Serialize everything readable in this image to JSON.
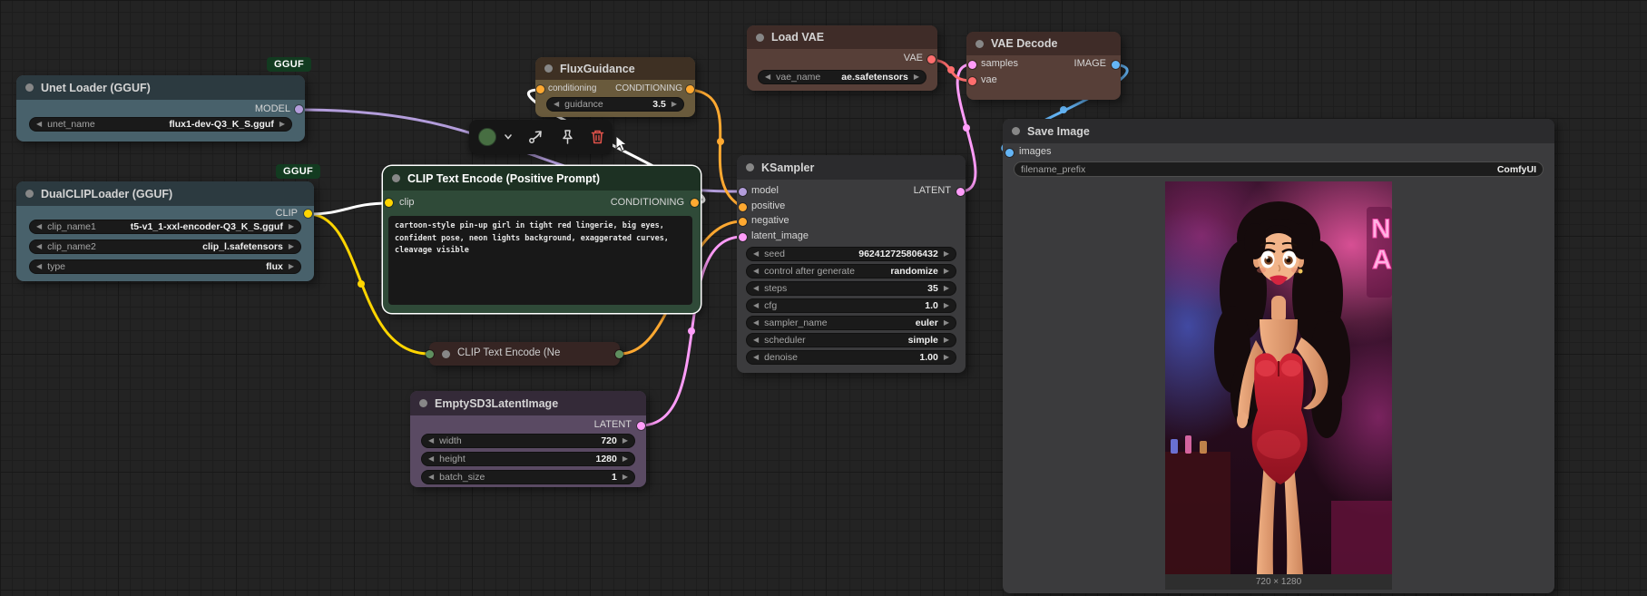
{
  "nodes": {
    "unet_loader": {
      "title": "Unet Loader (GGUF)",
      "badge": "GGUF",
      "outputs": [
        {
          "name": "MODEL"
        }
      ],
      "widgets": [
        {
          "name": "unet_name",
          "value": "flux1-dev-Q3_K_S.gguf"
        }
      ]
    },
    "dual_clip_loader": {
      "title": "DualCLIPLoader (GGUF)",
      "badge": "GGUF",
      "outputs": [
        {
          "name": "CLIP"
        }
      ],
      "widgets": [
        {
          "name": "clip_name1",
          "value": "t5-v1_1-xxl-encoder-Q3_K_S.gguf"
        },
        {
          "name": "clip_name2",
          "value": "clip_l.safetensors"
        },
        {
          "name": "type",
          "value": "flux"
        }
      ]
    },
    "flux_guidance": {
      "title": "FluxGuidance",
      "inputs": [
        {
          "name": "conditioning"
        }
      ],
      "outputs": [
        {
          "name": "CONDITIONING"
        }
      ],
      "widgets": [
        {
          "name": "guidance",
          "value": "3.5"
        }
      ]
    },
    "clip_text_encode_positive": {
      "title": "CLIP Text Encode (Positive Prompt)",
      "inputs": [
        {
          "name": "clip"
        }
      ],
      "outputs": [
        {
          "name": "CONDITIONING"
        }
      ],
      "prompt": "cartoon-style pin-up girl in tight red lingerie, big eyes, confident pose, neon lights background, exaggerated curves, cleavage visible"
    },
    "clip_text_encode_negative": {
      "title": "CLIP Text Encode (Ne"
    },
    "load_vae": {
      "title": "Load VAE",
      "outputs": [
        {
          "name": "VAE"
        }
      ],
      "widgets": [
        {
          "name": "vae_name",
          "value": "ae.safetensors"
        }
      ]
    },
    "vae_decode": {
      "title": "VAE Decode",
      "inputs": [
        {
          "name": "samples"
        },
        {
          "name": "vae"
        }
      ],
      "outputs": [
        {
          "name": "IMAGE"
        }
      ]
    },
    "ksampler": {
      "title": "KSampler",
      "inputs": [
        {
          "name": "model"
        },
        {
          "name": "positive"
        },
        {
          "name": "negative"
        },
        {
          "name": "latent_image"
        }
      ],
      "outputs": [
        {
          "name": "LATENT"
        }
      ],
      "widgets": [
        {
          "name": "seed",
          "value": "962412725806432"
        },
        {
          "name": "control after generate",
          "value": "randomize"
        },
        {
          "name": "steps",
          "value": "35"
        },
        {
          "name": "cfg",
          "value": "1.0"
        },
        {
          "name": "sampler_name",
          "value": "euler"
        },
        {
          "name": "scheduler",
          "value": "simple"
        },
        {
          "name": "denoise",
          "value": "1.00"
        }
      ]
    },
    "empty_sd3_latent": {
      "title": "EmptySD3LatentImage",
      "outputs": [
        {
          "name": "LATENT"
        }
      ],
      "widgets": [
        {
          "name": "width",
          "value": "720"
        },
        {
          "name": "height",
          "value": "1280"
        },
        {
          "name": "batch_size",
          "value": "1"
        }
      ]
    },
    "save_image": {
      "title": "Save Image",
      "inputs": [
        {
          "name": "images"
        }
      ],
      "widgets": [
        {
          "name": "filename_prefix",
          "value": "ComfyUI"
        }
      ],
      "image_caption": "720 × 1280"
    }
  },
  "colors": {
    "model": "#b39ddb",
    "clip": "#ffd500",
    "conditioning": "#ffa931",
    "latent": "#ff9cf9",
    "vae": "#ff6e6e",
    "image_link": "#64b5f6",
    "selected_link": "#ffffff",
    "badge_bg": "#123b20",
    "toolbar_green": "#476e42",
    "trash_red": "#e0524a",
    "collapsed_dot": "#5f8f5f"
  }
}
